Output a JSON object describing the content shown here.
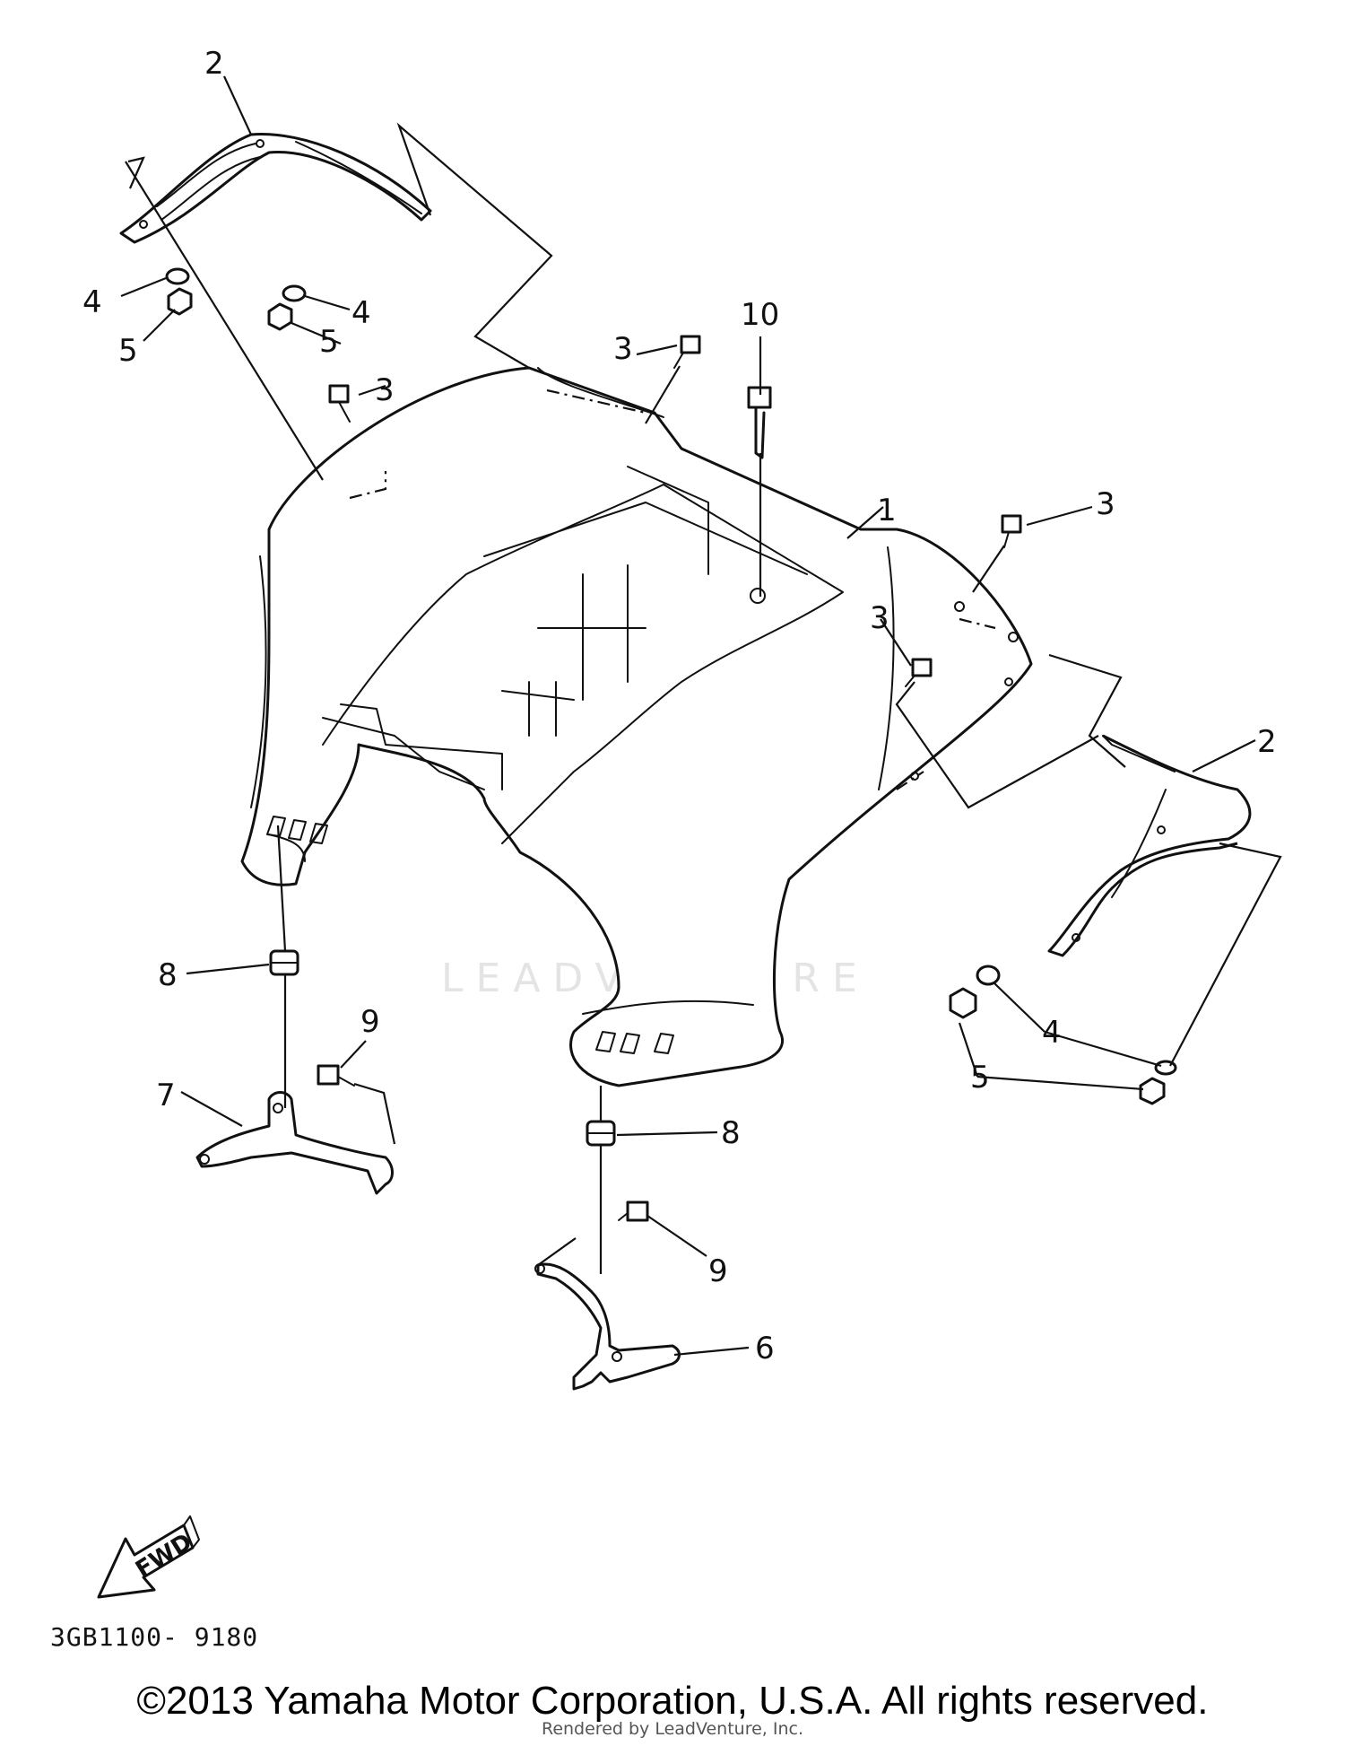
{
  "diagram": {
    "code": "3GB1100- 9180",
    "fwd_label": "FWD",
    "watermark": "LEADVENTURE",
    "callouts": [
      {
        "id": "c2a",
        "label": "2"
      },
      {
        "id": "c4a",
        "label": "4"
      },
      {
        "id": "c5a",
        "label": "5"
      },
      {
        "id": "c4b",
        "label": "4"
      },
      {
        "id": "c5b",
        "label": "5"
      },
      {
        "id": "c3a",
        "label": "3"
      },
      {
        "id": "c3b",
        "label": "3"
      },
      {
        "id": "c10",
        "label": "10"
      },
      {
        "id": "c1",
        "label": "1"
      },
      {
        "id": "c3c",
        "label": "3"
      },
      {
        "id": "c3d",
        "label": "3"
      },
      {
        "id": "c2b",
        "label": "2"
      },
      {
        "id": "c8a",
        "label": "8"
      },
      {
        "id": "c9a",
        "label": "9"
      },
      {
        "id": "c7",
        "label": "7"
      },
      {
        "id": "c4c",
        "label": "4"
      },
      {
        "id": "c5c",
        "label": "5"
      },
      {
        "id": "c8b",
        "label": "8"
      },
      {
        "id": "c9b",
        "label": "9"
      },
      {
        "id": "c6",
        "label": "6"
      }
    ]
  },
  "footer": {
    "copyright": "©2013 Yamaha Motor Corporation, U.S.A. All rights reserved.",
    "rendered_by": "Rendered by LeadVenture, Inc."
  }
}
